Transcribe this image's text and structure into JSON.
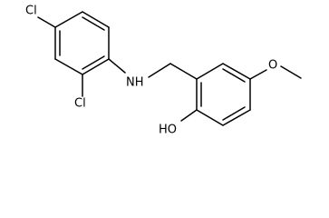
{
  "atoms": {
    "cl_top": "Cl",
    "cl_ortho": "Cl",
    "nh": "NH",
    "oh": "HO",
    "ome_o": "O"
  },
  "colors": {
    "bond": "#000000",
    "label": "#000000",
    "background": "#ffffff"
  }
}
